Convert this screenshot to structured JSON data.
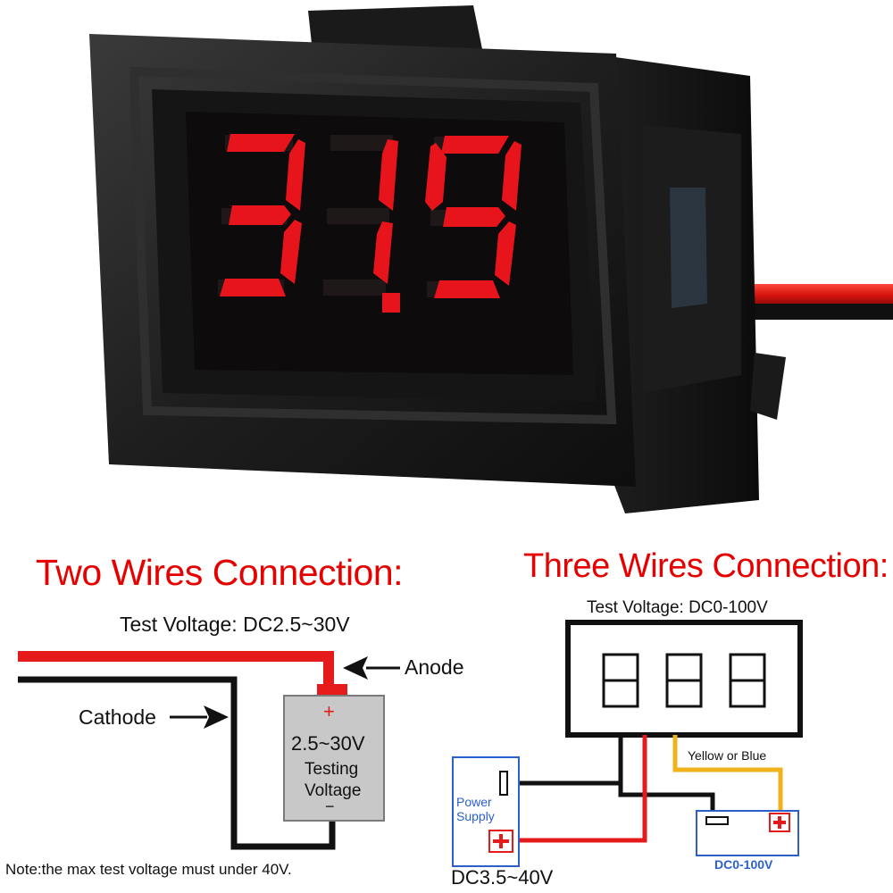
{
  "display": {
    "reading": "31.9"
  },
  "two_wire": {
    "title": "Two Wires Connection:",
    "test_voltage": "Test Voltage: DC2.5~30V",
    "anode_label": "Anode",
    "cathode_label": "Cathode",
    "battery_plus": "+",
    "battery_voltage": "2.5~30V",
    "battery_testing": "Testing",
    "battery_voltage_word": "Voltage",
    "battery_minus": "−",
    "note": "Note:the max test voltage must under 40V."
  },
  "three_wire": {
    "title": "Three Wires Connection:",
    "test_voltage": "Test Voltage: DC0-100V",
    "yellow_label": "Yellow or Blue",
    "power_supply_line1": "Power",
    "power_supply_line2": "Supply",
    "supply_range": "DC3.5~40V",
    "measured_range": "DC0-100V"
  },
  "colors": {
    "led_red": "#e8141c",
    "wire_red": "#e51a1a",
    "wire_black": "#111111",
    "wire_yellow": "#f0b21a",
    "title_red": "#e60000",
    "supply_blue": "#2b5fd0"
  }
}
